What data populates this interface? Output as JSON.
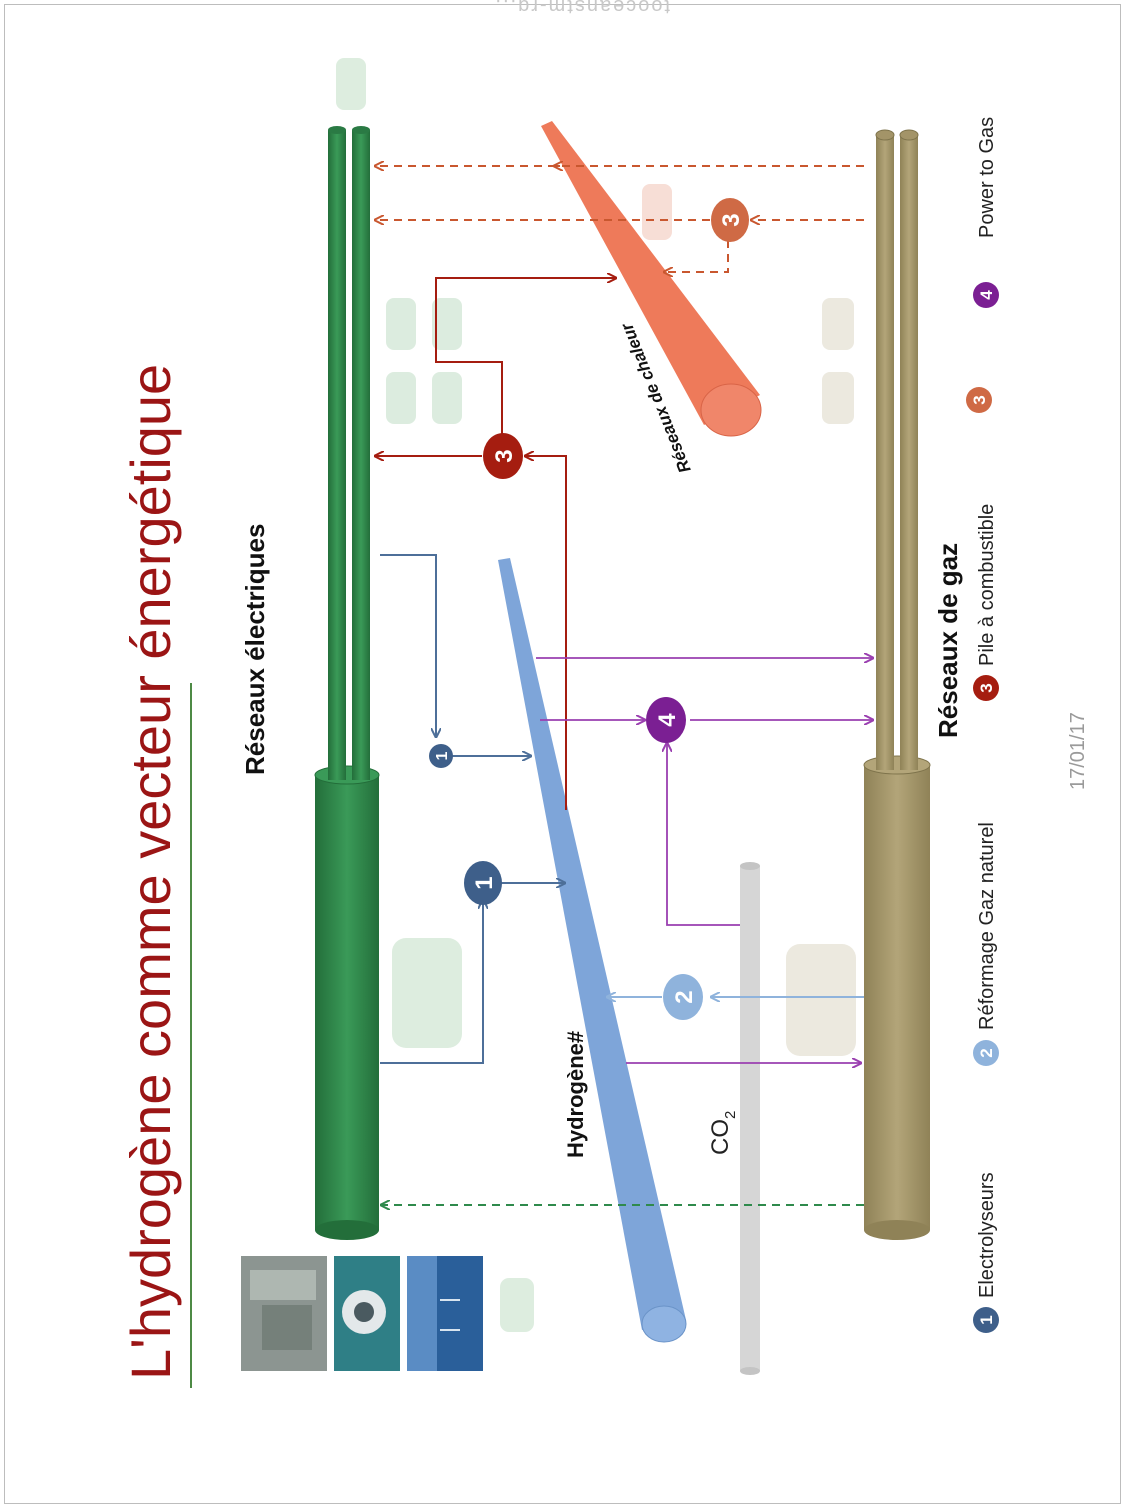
{
  "header_fragment": "tooceanstm-rg...",
  "title": "L'hydrogène comme vecteur énergétique",
  "networks": {
    "electric": "Réseaux électriques",
    "gas": "Réseaux de gaz",
    "heat": "Réseaux de chaleur",
    "hydrogen": "Hydrogène#",
    "co2": "CO",
    "co2_sub": "2"
  },
  "legend": [
    {
      "num": "1",
      "label": "Electrolyseurs",
      "color": "#3e5f8a"
    },
    {
      "num": "2",
      "label": "Réformage Gaz naturel",
      "color": "#8fb3dc"
    },
    {
      "num": "3",
      "label": "Pile à combustible",
      "color": "#a51d10"
    },
    {
      "num": "3",
      "label": "",
      "color": "#cf6a45"
    },
    {
      "num": "4",
      "label": "Power to Gas",
      "color": "#7b1f93"
    }
  ],
  "date": "17/01/17",
  "colors": {
    "title": "#9b1515",
    "electric": "#2f8a4c",
    "gas": "#a39468",
    "heat": "#ee7a5a",
    "hydrogen": "#7ea5d9",
    "co2": "#d6d6d6",
    "electrolyser": "#3e5f8a",
    "reforming": "#8fb3dc",
    "fuel_cell": "#a51d10",
    "fuel_cell_heat": "#cf6a45",
    "power_to_gas": "#7b1f93"
  }
}
